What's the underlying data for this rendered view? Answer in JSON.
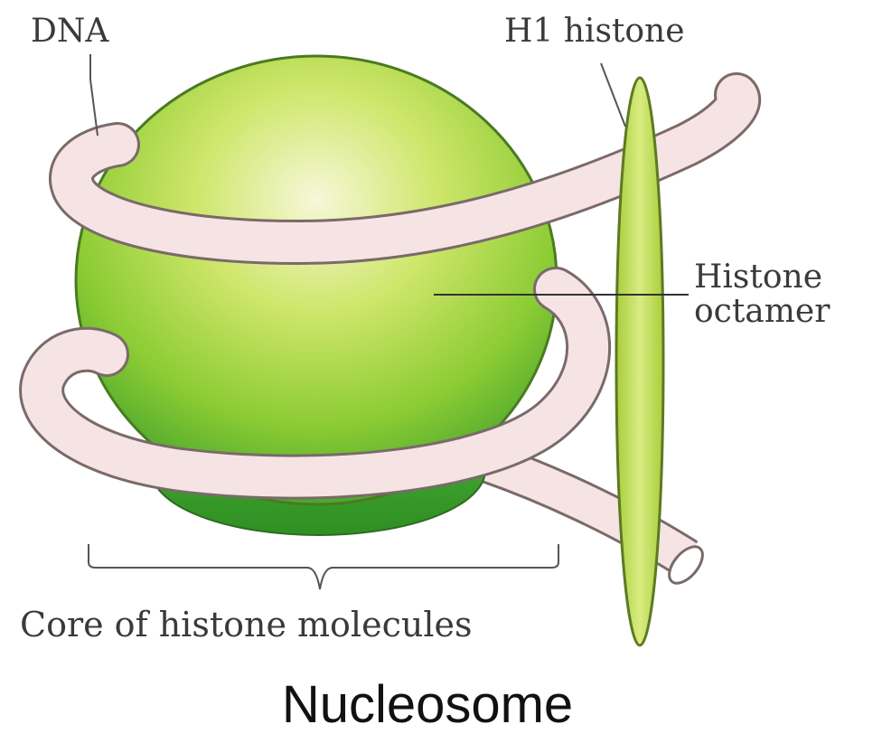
{
  "labels": {
    "dna": "DNA",
    "h1_histone": "H1 histone",
    "histone_octamer_line1": "Histone",
    "histone_octamer_line2": "octamer",
    "core": "Core of histone molecules",
    "title": "Nucleosome"
  },
  "colors": {
    "sphere_light": "#f4f7cf",
    "sphere_mid": "#b8dc3c",
    "sphere_dark": "#3fa52a",
    "dna_fill": "#f6e4e4",
    "dna_outline": "#7a6a6a",
    "h1_fill": "#c6df5a",
    "line": "#555555"
  }
}
